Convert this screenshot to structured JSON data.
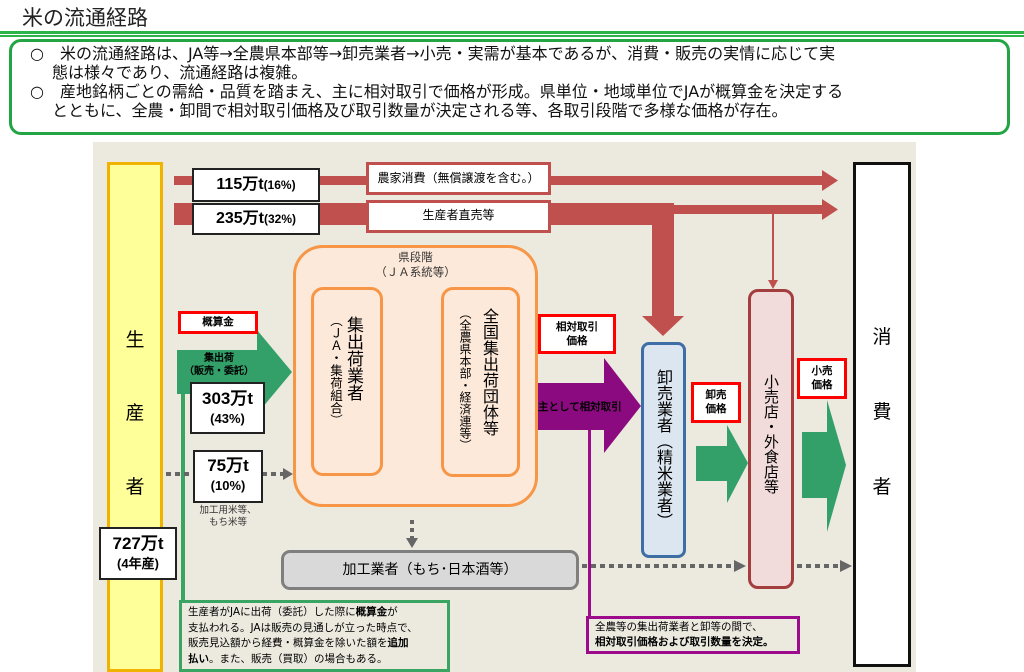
{
  "page": {
    "title": "米の流通経路"
  },
  "summary": {
    "lines": [
      "○　米の流通経路は、JA等→全農県本部等→卸売業者→小売・実需が基本であるが、消費・販売の実情に応じて実",
      "態は様々であり、流通経路は複雑。",
      "○　産地銘柄ごとの需給・品質を踏まえ、主に相対取引で価格が形成。県単位・地域単位でJAが概算金を決定する",
      "とともに、全農・卸間で相対取引価格及び取引数量が決定される等、各取引段階で多様な価格が存在。"
    ]
  },
  "diagram": {
    "producer": {
      "chars": [
        "生",
        "産",
        "者"
      ],
      "total_qty": "727万t",
      "total_year": "(4年産)"
    },
    "consumer": {
      "chars": [
        "消",
        "費",
        "者"
      ]
    },
    "flows": {
      "farm_consumption": {
        "qty": "115万t",
        "pct": "(16%)",
        "label": "農家消費（無償譲渡を含む。）"
      },
      "direct_sales": {
        "qty": "235万t",
        "pct": "(32%)",
        "label": "生産者直売等"
      },
      "shipment": {
        "label_line1": "集出荷",
        "label_line2": "（販売・委託）",
        "qty": "303万t",
        "pct": "(43%)"
      },
      "processing": {
        "qty": "75万t",
        "pct": "(10%)",
        "note_line1": "加工用米等、",
        "note_line2": "もち米等"
      },
      "relative_trade": {
        "label": "主として相対取引"
      }
    },
    "price_labels": {
      "advance_payment": "概算金",
      "relative_price_line1": "相対取引",
      "relative_price_line2": "価格",
      "wholesale_price_line1": "卸売",
      "wholesale_price_line2": "価格",
      "retail_price_line1": "小売",
      "retail_price_line2": "価格"
    },
    "prefecture_stage": {
      "title_line1": "県段階",
      "title_line2": "（ＪＡ系統等）",
      "collector": {
        "main": "集出荷業者",
        "sub": "（ＪＡ・集荷組合）"
      },
      "national": {
        "main": "全国集出荷団体等",
        "sub": "（全農県本部・経済連等）"
      }
    },
    "wholesaler": {
      "text": "卸売業者（精米業者）"
    },
    "retailer": {
      "text": "小売店・外食店等"
    },
    "processor": {
      "text": "加工業者（もち･日本酒等）"
    },
    "notes": {
      "advance_payment_note": {
        "line1_a": "生産者がJAに出荷（委託）した際に",
        "line1_b": "概算金",
        "line1_c": "が",
        "line2": "支払われる。JAは販売の見通しが立った時点で、",
        "line3_a": "販売見込額から経費・概算金を除いた額を",
        "line3_b": "追加",
        "line4_a": "払い",
        "line4_b": "。また、販売（買取）の場合もある。"
      },
      "relative_trade_note": {
        "line1": "全農等の集出荷業者と卸等の間で、",
        "line2": "相対取引価格および取引数量を決定。"
      }
    },
    "colors": {
      "title_rule": "#2cb34a",
      "summary_border": "#23a544",
      "background": "#ece9df",
      "producer_fill": "#ffff99",
      "producer_border": "#f0b400",
      "red_flow": "#c0504d",
      "green_flow": "#33a06a",
      "purple_flow": "#8b0a80",
      "price_box_border": "#ff0000",
      "prefecture_fill": "#fde9d9",
      "prefecture_border": "#f79646",
      "wholesaler_fill": "#dce6f1",
      "wholesaler_border": "#3f6ea6",
      "retailer_fill": "#f2dcdb",
      "retailer_border": "#a43e3e",
      "processor_fill": "#d9d9d9"
    }
  }
}
